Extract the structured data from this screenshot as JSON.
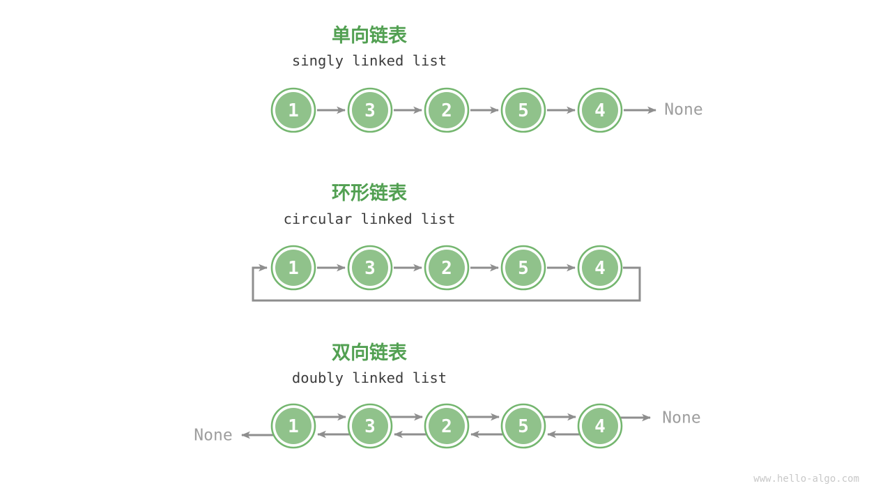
{
  "page": {
    "background_color": "#FFFFFF",
    "watermark": "www.hello-algo.com"
  },
  "colors": {
    "title_green": "#52A052",
    "subtitle_dark": "#3C3C3C",
    "node_fill": "#90C28B",
    "node_ring": "#74B66F",
    "node_text": "#FFFFFF",
    "arrow_gray": "#8E8E8E",
    "none_gray": "#9E9E9E",
    "watermark_gray": "#C8C8C8"
  },
  "sections": [
    {
      "type": "singly",
      "title": "单向链表",
      "subtitle": "singly linked list",
      "nodes": [
        "1",
        "3",
        "2",
        "5",
        "4"
      ],
      "tail_label": "None"
    },
    {
      "type": "circular",
      "title": "环形链表",
      "subtitle": "circular linked list",
      "nodes": [
        "1",
        "3",
        "2",
        "5",
        "4"
      ]
    },
    {
      "type": "doubly",
      "title": "双向链表",
      "subtitle": "doubly linked list",
      "nodes": [
        "1",
        "3",
        "2",
        "5",
        "4"
      ],
      "head_label": "None",
      "tail_label": "None"
    }
  ]
}
